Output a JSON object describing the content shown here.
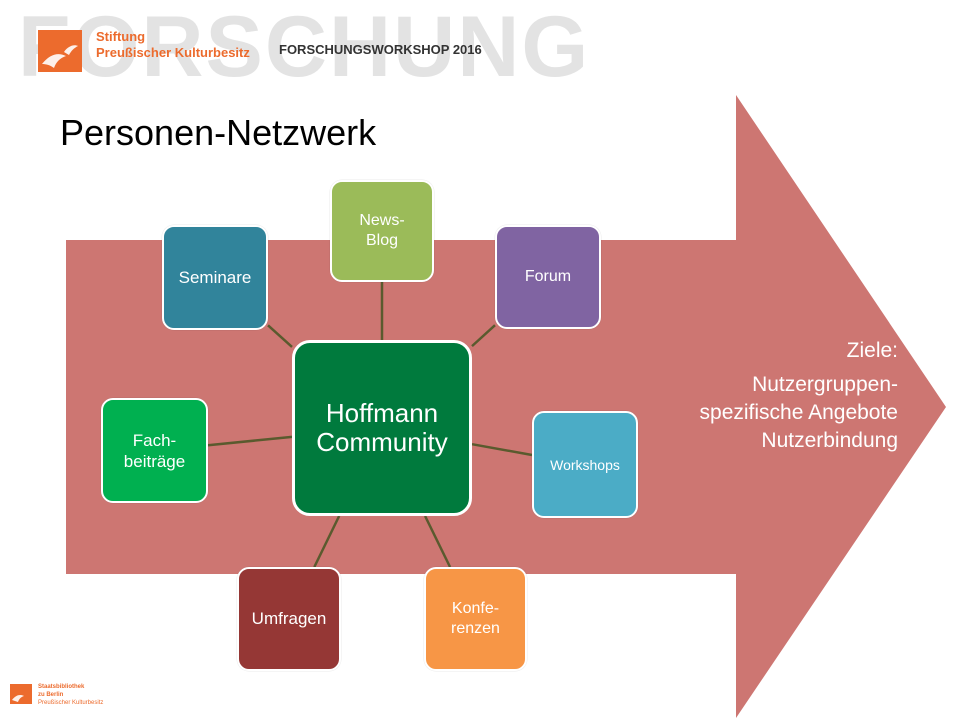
{
  "header": {
    "watermark": "FORSCHUNG",
    "org_line1": "Stiftung",
    "org_line2": "Preußischer Kulturbesitz",
    "workshop": "FORSCHUNGSWORKSHOP 2016"
  },
  "title": "Personen-Netzwerk",
  "colors": {
    "arrow": "#cd7672",
    "brand_orange": "#ec6b2d",
    "connector": "#5a5a2e"
  },
  "center": {
    "label": "Hoffmann\nCommunity",
    "color": "#007a3d"
  },
  "nodes": [
    {
      "id": "news-blog",
      "label": "News-\nBlog",
      "color": "#9bbb59"
    },
    {
      "id": "forum",
      "label": "Forum",
      "color": "#8064a2"
    },
    {
      "id": "workshops",
      "label": "Workshops",
      "color": "#4bacc6"
    },
    {
      "id": "konferenzen",
      "label": "Konfe-\nrenzen",
      "color": "#f79646"
    },
    {
      "id": "umfragen",
      "label": "Umfragen",
      "color": "#953735"
    },
    {
      "id": "fachbeitraege",
      "label": "Fach-\nbeiträge",
      "color": "#00b050"
    },
    {
      "id": "seminare",
      "label": "Seminare",
      "color": "#31849b"
    }
  ],
  "goals": {
    "title": "Ziele:",
    "items": [
      "Nutzergruppen-",
      "spezifische Angebote",
      "Nutzerbindung"
    ]
  },
  "footer": {
    "line1": "Staatsbibliothek",
    "line2": "zu Berlin",
    "line3": "Preußischer Kulturbesitz"
  }
}
